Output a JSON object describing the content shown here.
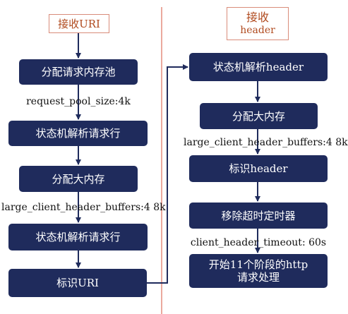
{
  "left": {
    "header": "接收URI",
    "nodes": [
      "分配请求内存池",
      "状态机解析请求行",
      "分配大内存",
      "状态机解析请求行",
      "标识URI"
    ],
    "labels": [
      "request_pool_size:4k",
      "large_client_header_buffers:4 8k"
    ]
  },
  "right": {
    "header_line1": "接收",
    "header_line2": "header",
    "nodes": [
      "状态机解析header",
      "分配大内存",
      "标识header",
      "移除超时定时器",
      "开始11个阶段的http请求处理"
    ],
    "labels": [
      "large_client_header_buffers:4 8k",
      "client_header_timeout: 60s"
    ]
  },
  "colors": {
    "node": "#1f2b5c",
    "arrow": "#1f2b5c",
    "divider": "#e07b6a",
    "header_border": "#d98c7a"
  }
}
